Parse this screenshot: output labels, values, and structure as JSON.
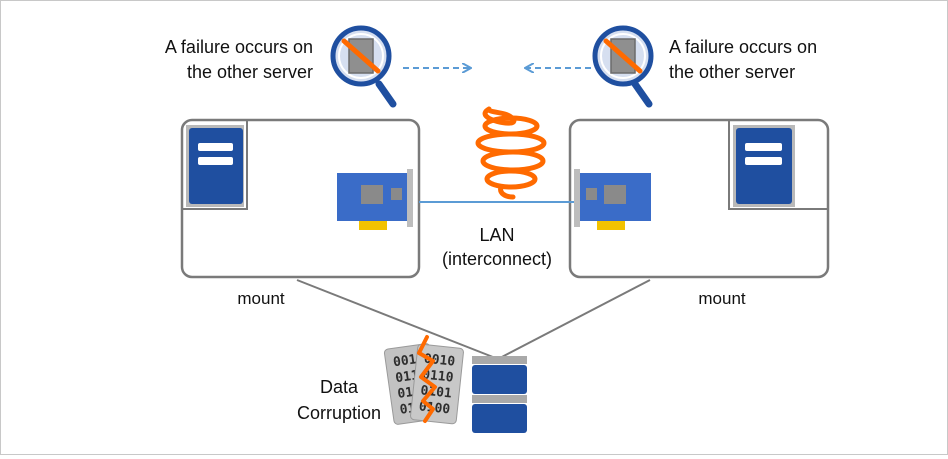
{
  "failure_left": {
    "line1": "A failure occurs on",
    "line2": "the other server"
  },
  "failure_right": {
    "line1": "A failure occurs on",
    "line2": "the other server"
  },
  "lan": {
    "line1": "LAN",
    "line2": "(interconnect)"
  },
  "mount_left": "mount",
  "mount_right": "mount",
  "corruption": {
    "line1": "Data",
    "line2": "Corruption"
  },
  "binary_left": [
    "0010",
    "0110",
    "0101",
    "0100"
  ],
  "binary_right": [
    "0010",
    "0110",
    "0101",
    "0100"
  ],
  "colors": {
    "server_blue": "#1f4fa0",
    "card_blue": "#3a6cc8",
    "accent_orange": "#ff6a00",
    "line_blue": "#5b9bd5",
    "chassis_border": "#7a7a7a",
    "gray": "#b9b9b9"
  },
  "icons": {
    "monitor": "magnifier-failure-icon",
    "server": "server-tower-icon",
    "nic": "network-card-icon",
    "spring": "spring-icon",
    "storage": "shared-disk-icon",
    "corrupted": "corrupted-data-icon"
  }
}
